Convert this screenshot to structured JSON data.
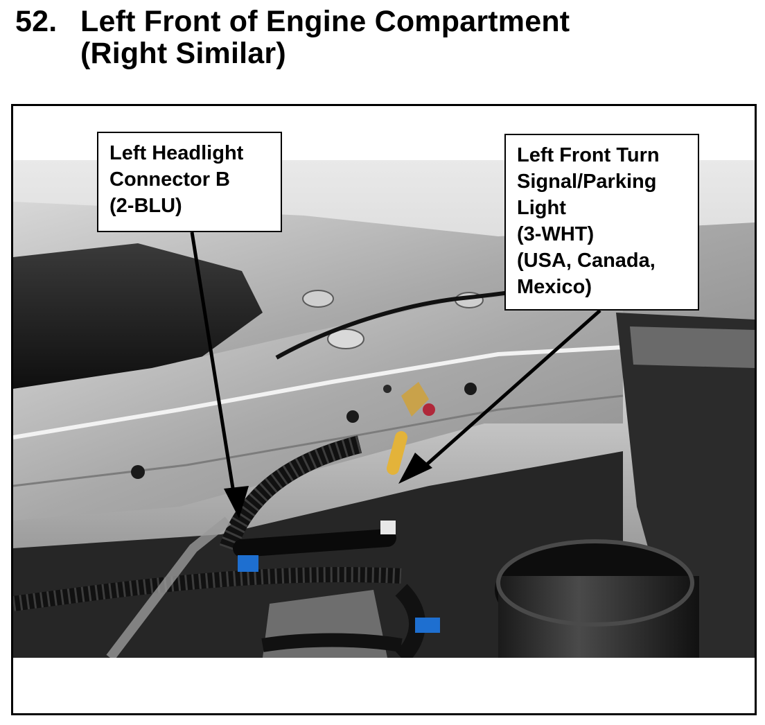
{
  "page": {
    "number": "52.",
    "title_line1": "Left Front of Engine Compartment",
    "title_line2": "(Right Similar)"
  },
  "callouts": {
    "headlight": {
      "lines": [
        "Left Headlight",
        "Connector B",
        "(2-BLU)"
      ]
    },
    "turn_signal": {
      "lines": [
        "Left Front Turn",
        "Signal/Parking",
        "Light",
        "(3-WHT)",
        "(USA, Canada,",
        "Mexico)"
      ]
    }
  },
  "photo": {
    "subject": "engine compartment",
    "connector_colors": {
      "blue": "#1e6fd0",
      "white": "#e8e8e8"
    }
  }
}
